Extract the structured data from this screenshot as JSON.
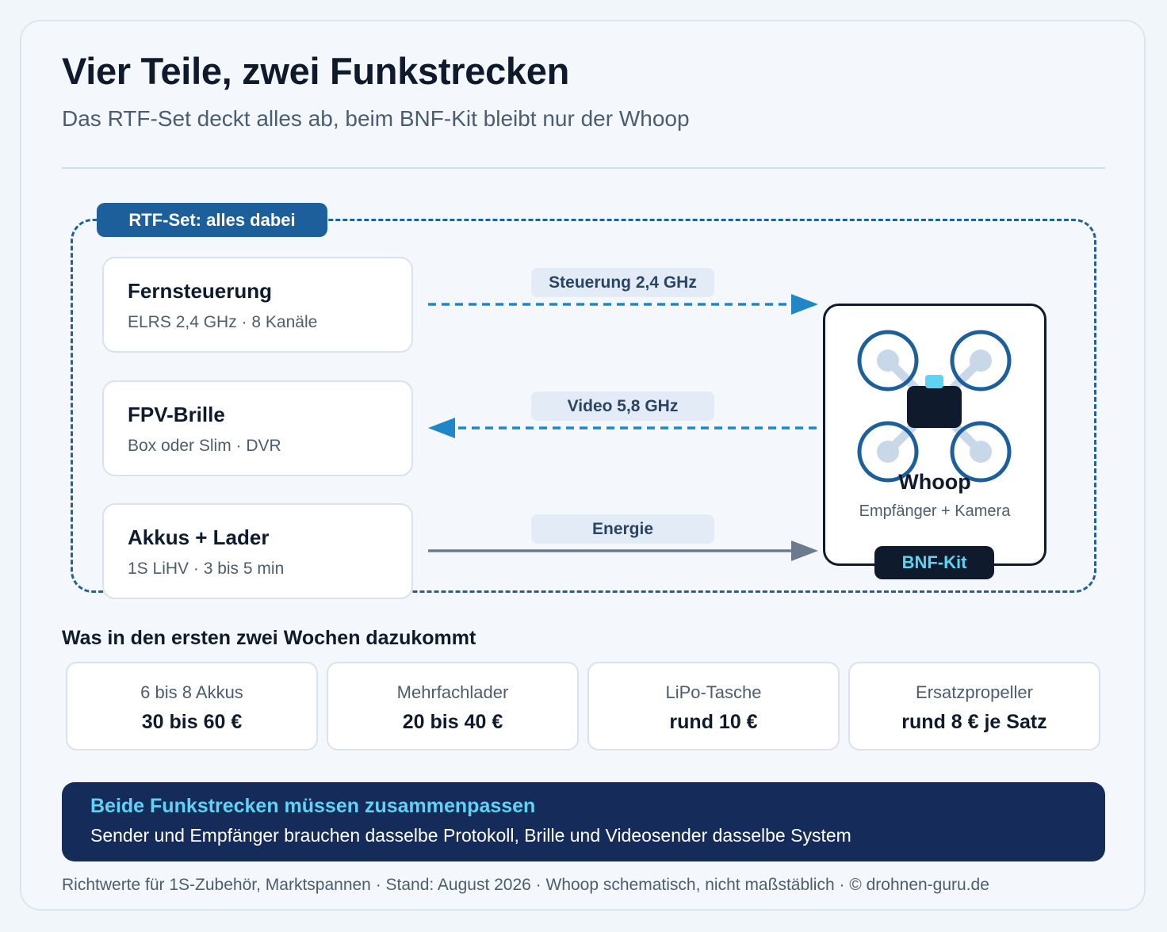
{
  "header": {
    "title": "Vier Teile, zwei Funkstrecken",
    "subtitle": "Das RTF-Set deckt alles ab, beim BNF-Kit bleibt nur der Whoop"
  },
  "rtf_badge": "RTF-Set: alles dabei",
  "parts": [
    {
      "name": "Fernsteuerung",
      "spec": "ELRS 2,4 GHz · 8 Kanäle"
    },
    {
      "name": "FPV-Brille",
      "spec": "Box oder Slim · DVR"
    },
    {
      "name": "Akkus + Lader",
      "spec": "1S LiHV · 3 bis 5 min"
    }
  ],
  "links": [
    {
      "label": "Steuerung 2,4 GHz",
      "direction": "to-whoop",
      "style": "dashed",
      "color": "#1f86c8"
    },
    {
      "label": "Video 5,8 GHz",
      "direction": "to-goggles",
      "style": "dashed",
      "color": "#1f86c8"
    },
    {
      "label": "Energie",
      "direction": "to-whoop",
      "style": "solid",
      "color": "#6b7b8d"
    }
  ],
  "whoop": {
    "name": "Whoop",
    "sub": "Empfänger + Kamera",
    "badge": "BNF-Kit"
  },
  "extras": {
    "heading": "Was in den ersten zwei Wochen dazukommt",
    "items": [
      {
        "name": "6 bis 8 Akkus",
        "price": "30 bis 60 €"
      },
      {
        "name": "Mehrfachlader",
        "price": "20 bis 40 €"
      },
      {
        "name": "LiPo-Tasche",
        "price": "rund 10 €"
      },
      {
        "name": "Ersatzpropeller",
        "price": "rund 8 € je Satz"
      }
    ]
  },
  "notice": {
    "title": "Beide Funkstrecken müssen zusammenpassen",
    "body": "Sender und Empfänger brauchen dasselbe Protokoll, Brille und Videosender dasselbe System"
  },
  "footer": "Richtwerte für 1S-Zubehör, Marktspannen · Stand: August 2026 · Whoop schematisch, nicht maßstäblich · © drohnen-guru.de",
  "colors": {
    "navy": "#0f1b2d",
    "brand_blue": "#1c5f9b",
    "accent_cyan": "#5fd3f3",
    "notice_bg": "#152c5b",
    "link_blue": "#1f86c8",
    "energy_gray": "#6b7b8d"
  }
}
